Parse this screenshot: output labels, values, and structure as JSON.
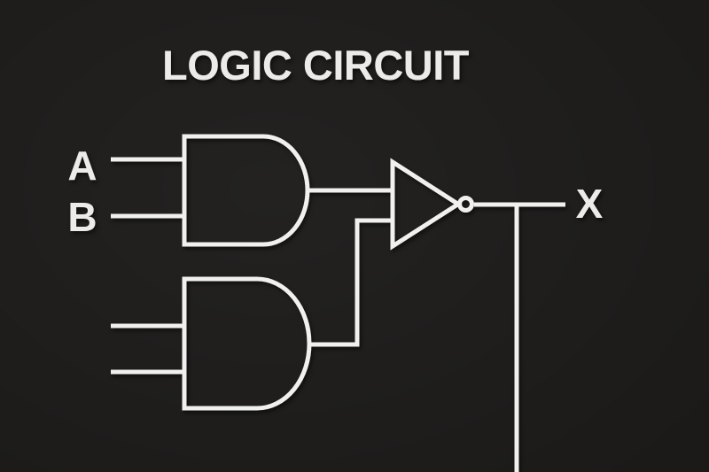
{
  "title": "LOGIC CIRCUIT",
  "labels": {
    "input_a": "A",
    "input_b": "B",
    "output": "X"
  },
  "gates": [
    {
      "id": "and-gate-top",
      "type": "AND",
      "inputs": [
        "A",
        "B"
      ],
      "output_to": "not-gate"
    },
    {
      "id": "and-gate-bottom",
      "type": "AND",
      "inputs": [
        "",
        ""
      ],
      "output_to": "not-gate"
    },
    {
      "id": "not-gate",
      "type": "NOT",
      "output": "X"
    }
  ],
  "colors": {
    "background": "#1b1a19",
    "line": "#f2f0ee",
    "text": "#edebe9"
  }
}
